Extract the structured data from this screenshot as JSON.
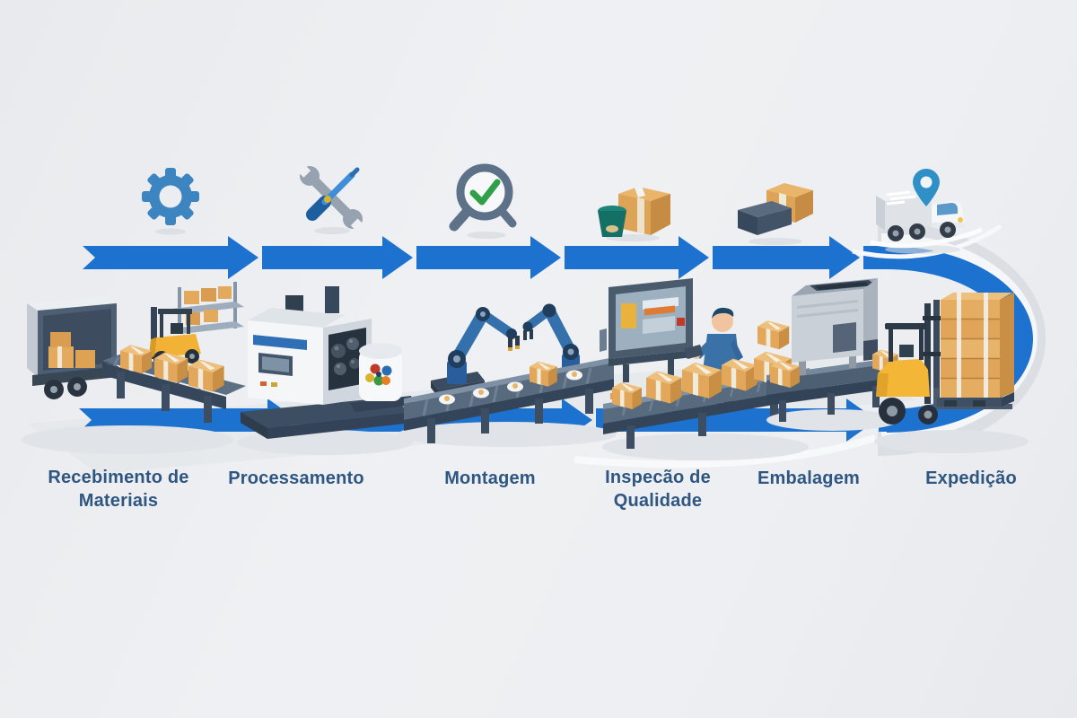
{
  "diagram_type": "manufacturing-process-flow",
  "stations": [
    {
      "label": "Recebimento de Materiais",
      "icon": "gear",
      "illustration": "truck-unloading-with-forklift"
    },
    {
      "label": "Processamento",
      "icon": "wrench-and-screwdriver",
      "illustration": "cnc-machine-with-tool-carousel"
    },
    {
      "label": "Montagem",
      "icon": "magnifier-with-checkmark",
      "illustration": "robotic-arms-over-conveyor"
    },
    {
      "label": "Inspecão de Qualidade",
      "icon": "box-with-bucket",
      "illustration": "worker-with-monitor-and-boxes"
    },
    {
      "label": "Embalagem",
      "icon": "package-stack",
      "illustration": "packing-machine-on-conveyor"
    },
    {
      "label": "Expedição",
      "icon": "delivery-truck-with-pin",
      "illustration": "forklift-with-pallet-stack"
    }
  ],
  "flow": {
    "direction": "left-to-right",
    "arrow_rows": 2,
    "loop_side": "right"
  },
  "colors": {
    "arrow_blue": "#1e72cf",
    "icon_blue": "#3d85c0",
    "label_text": "#2e5680",
    "crate_tan": "#e2a75b",
    "machine_navy": "#3a4c60",
    "forklift_yellow": "#f2b235",
    "bucket_teal": "#147064",
    "check_green": "#2fa047",
    "pin_blue": "#2f8fc7",
    "background": "#edeff2"
  }
}
